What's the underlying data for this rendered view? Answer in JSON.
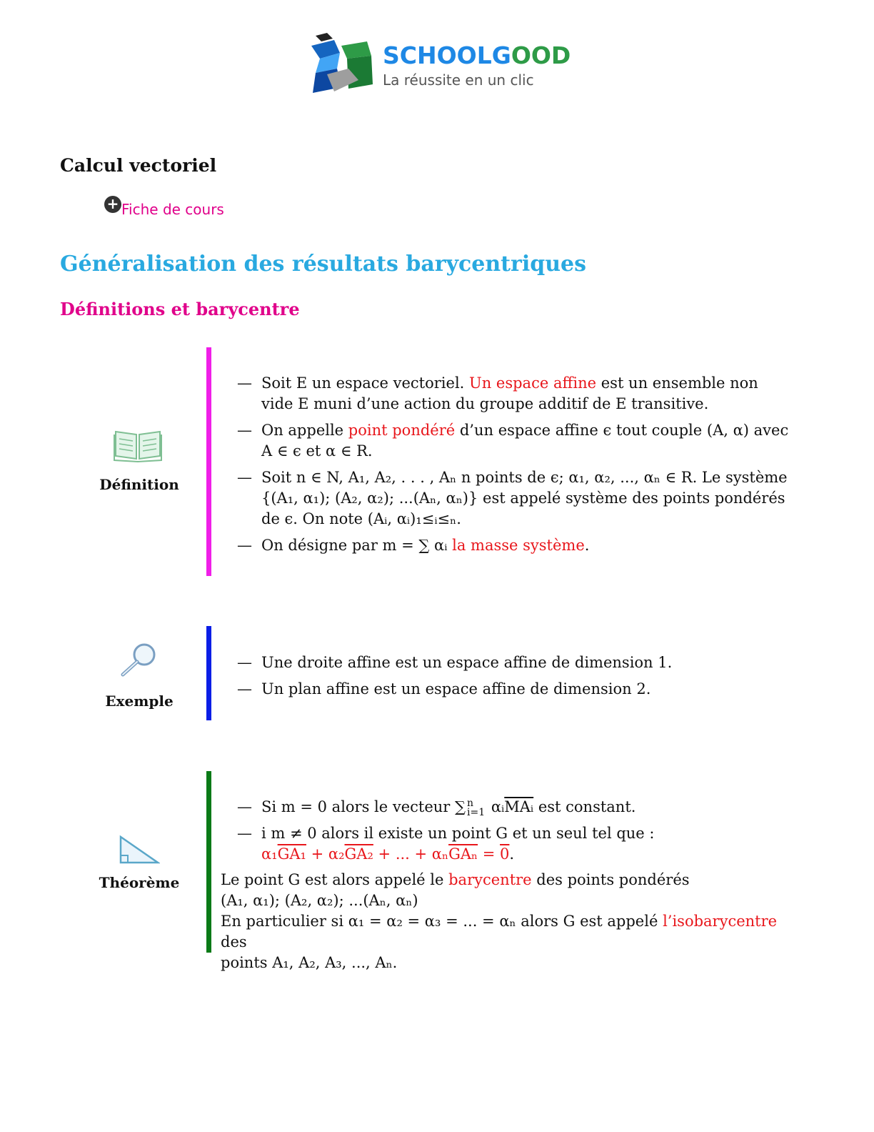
{
  "logo": {
    "brand_part1": "SCHOOLG",
    "brand_part2": "OOD",
    "tagline": "La réussite en un clic"
  },
  "doc_title": "Calcul vectoriel",
  "fiche_link": {
    "icon": "plus-circle-icon",
    "label": "Fiche de cours"
  },
  "section_title": "Généralisation des résultats barycentriques",
  "subsection_title": "Définitions et barycentre",
  "colors": {
    "definition_bar": "#f01ee8",
    "example_bar": "#0a1ee6",
    "theorem_bar": "#0a7a17",
    "highlight": "#e8161b",
    "section": "#29a9e0",
    "subsection": "#e0008a"
  },
  "definition": {
    "label": "Définition",
    "icon": "open-book-icon",
    "items": [
      {
        "t1": "Soit E un espace vectoriel. ",
        "r1": "Un espace affine",
        "t2": " est un ensemble non vide E muni d’une action du groupe additif de E transitive."
      },
      {
        "t1": "On appelle ",
        "r1": "point pondéré",
        "t2": " d’un espace affine ϵ tout couple (A, α) avec A ∈ ϵ et α ∈ R."
      },
      {
        "t1": "Soit n ∈ N, A₁, A₂, . . . , Aₙ n points de ϵ; α₁, α₂, ..., αₙ ∈ R. Le système {(A₁, α₁); (A₂, α₂); ...(Aₙ, αₙ)} est appelé système des points pondérés de ϵ. On note (Aᵢ, αᵢ)₁≤ᵢ≤ₙ."
      },
      {
        "t1": "On désigne par m = ∑ αᵢ ",
        "r1": "la masse système",
        "t2": "."
      }
    ]
  },
  "example": {
    "label": "Exemple",
    "icon": "magnifier-icon",
    "items": [
      "Une droite affine est un espace affine de dimension 1.",
      "Un plan affine est un espace affine de dimension 2."
    ]
  },
  "theorem": {
    "label": "Théorème",
    "icon": "set-square-icon",
    "item1": {
      "t1": "Si m = 0 alors le vecteur ∑",
      "sup": "n",
      "sub": "i=1",
      "t2": " αᵢ",
      "vec": "MAᵢ",
      "t3": " est constant."
    },
    "item2": {
      "t1": "i m ≠ 0 alors il existe un point G et un seul tel que :"
    },
    "formula": {
      "a1": "α₁",
      "v1": "GA₁",
      "p1": " + α₂",
      "v2": "GA₂",
      "p2": " + ... + αₙ",
      "vn": "GAₙ",
      "eq": " = ",
      "zero": "0",
      "end": "."
    },
    "para1": {
      "t1": "Le point G est alors appelé le ",
      "r1": "barycentre",
      "t2": " des points pondérés"
    },
    "para2": "(A₁, α₁); (A₂, α₂); ...(Aₙ, αₙ)",
    "para3": {
      "t1": "En particulier si α₁ = α₂ = α₃ = ... = αₙ alors G est appelé ",
      "r1": "l’isobarycentre",
      "t2": " des"
    },
    "para4": "points A₁, A₂, A₃, ..., Aₙ."
  }
}
